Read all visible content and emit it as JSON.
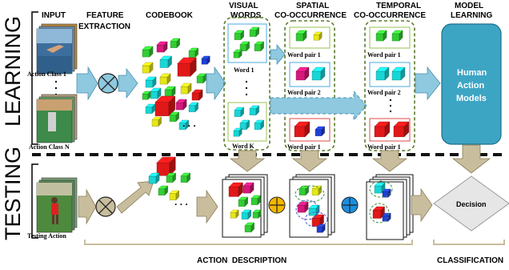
{
  "sides": {
    "learning": "LEARNING",
    "testing": "TESTING"
  },
  "headers": {
    "input": "INPUT",
    "feature_1": "FEATURE",
    "feature_2": "EXTRACTION",
    "codebook": "CODEBOOK",
    "visual_1": "VISUAL",
    "visual_2": "WORDS",
    "spatial_1": "SPATIAL",
    "spatial_2": "CO-OCCURRENCE",
    "temporal_1": "TEMPORAL",
    "temporal_2": "CO-OCCURRENCE",
    "model_1": "MODEL",
    "model_2": "LEARNING"
  },
  "inputs": {
    "class_1": "Action Class 1",
    "class_n": "Action Class N",
    "testing": "Testing Action",
    "dots": "."
  },
  "words": {
    "first": "Word 1",
    "last": "Word K",
    "dots": "."
  },
  "spatial_pairs": [
    "Word pair 1",
    "Word pair 2",
    "Word pair 1"
  ],
  "temporal_pairs": [
    "Word pair 1",
    "Word pair 2",
    "Word pair 1"
  ],
  "model": {
    "line1": "Human",
    "line2": "Action",
    "line3": "Models"
  },
  "decision": "Decision",
  "bottom": {
    "description": "ACTION  DESCRIPTION",
    "classification": "CLASSIFICATION"
  },
  "ellipsis": ". . .",
  "colors": {
    "arrow_blue": "#8ec9e0",
    "arrow_tan": "#c8bd9c",
    "model_fill": "#3da5c4",
    "cube_green": "#33cc33",
    "cube_yellow": "#e6e619",
    "cube_red": "#e01818",
    "cube_cyan": "#19d6d6",
    "cube_blue": "#1f3fd6",
    "cube_magenta": "#d6197a",
    "dash_green": "#5a7a2a",
    "op_yellow": "#f2b600",
    "op_blue": "#1a8fe0"
  }
}
